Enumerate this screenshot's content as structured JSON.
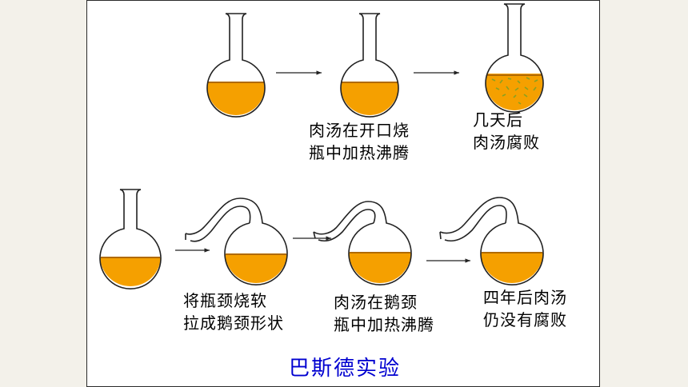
{
  "colors": {
    "background": "#f3f1ea",
    "slide": "#ffffff",
    "broth": "#f5a000",
    "broth_edge": "#b06a00",
    "glass": "#222222",
    "title": "#0000d0",
    "spoilage": "#8aa020"
  },
  "top_row": {
    "step1_label": "肉汤在开口烧",
    "step1_label_2": "瓶中加热沸腾",
    "step2_label": "几天后",
    "step2_label_2": "肉汤腐败"
  },
  "bottom_row": {
    "step1_label": "将瓶颈烧软",
    "step1_label_2": "拉成鹅颈形状",
    "step2_label": "肉汤在鹅颈",
    "step2_label_2": "瓶中加热沸腾",
    "step3_label": "四年后肉汤",
    "step3_label_2": "仍没有腐败"
  },
  "title": "巴斯德实验"
}
